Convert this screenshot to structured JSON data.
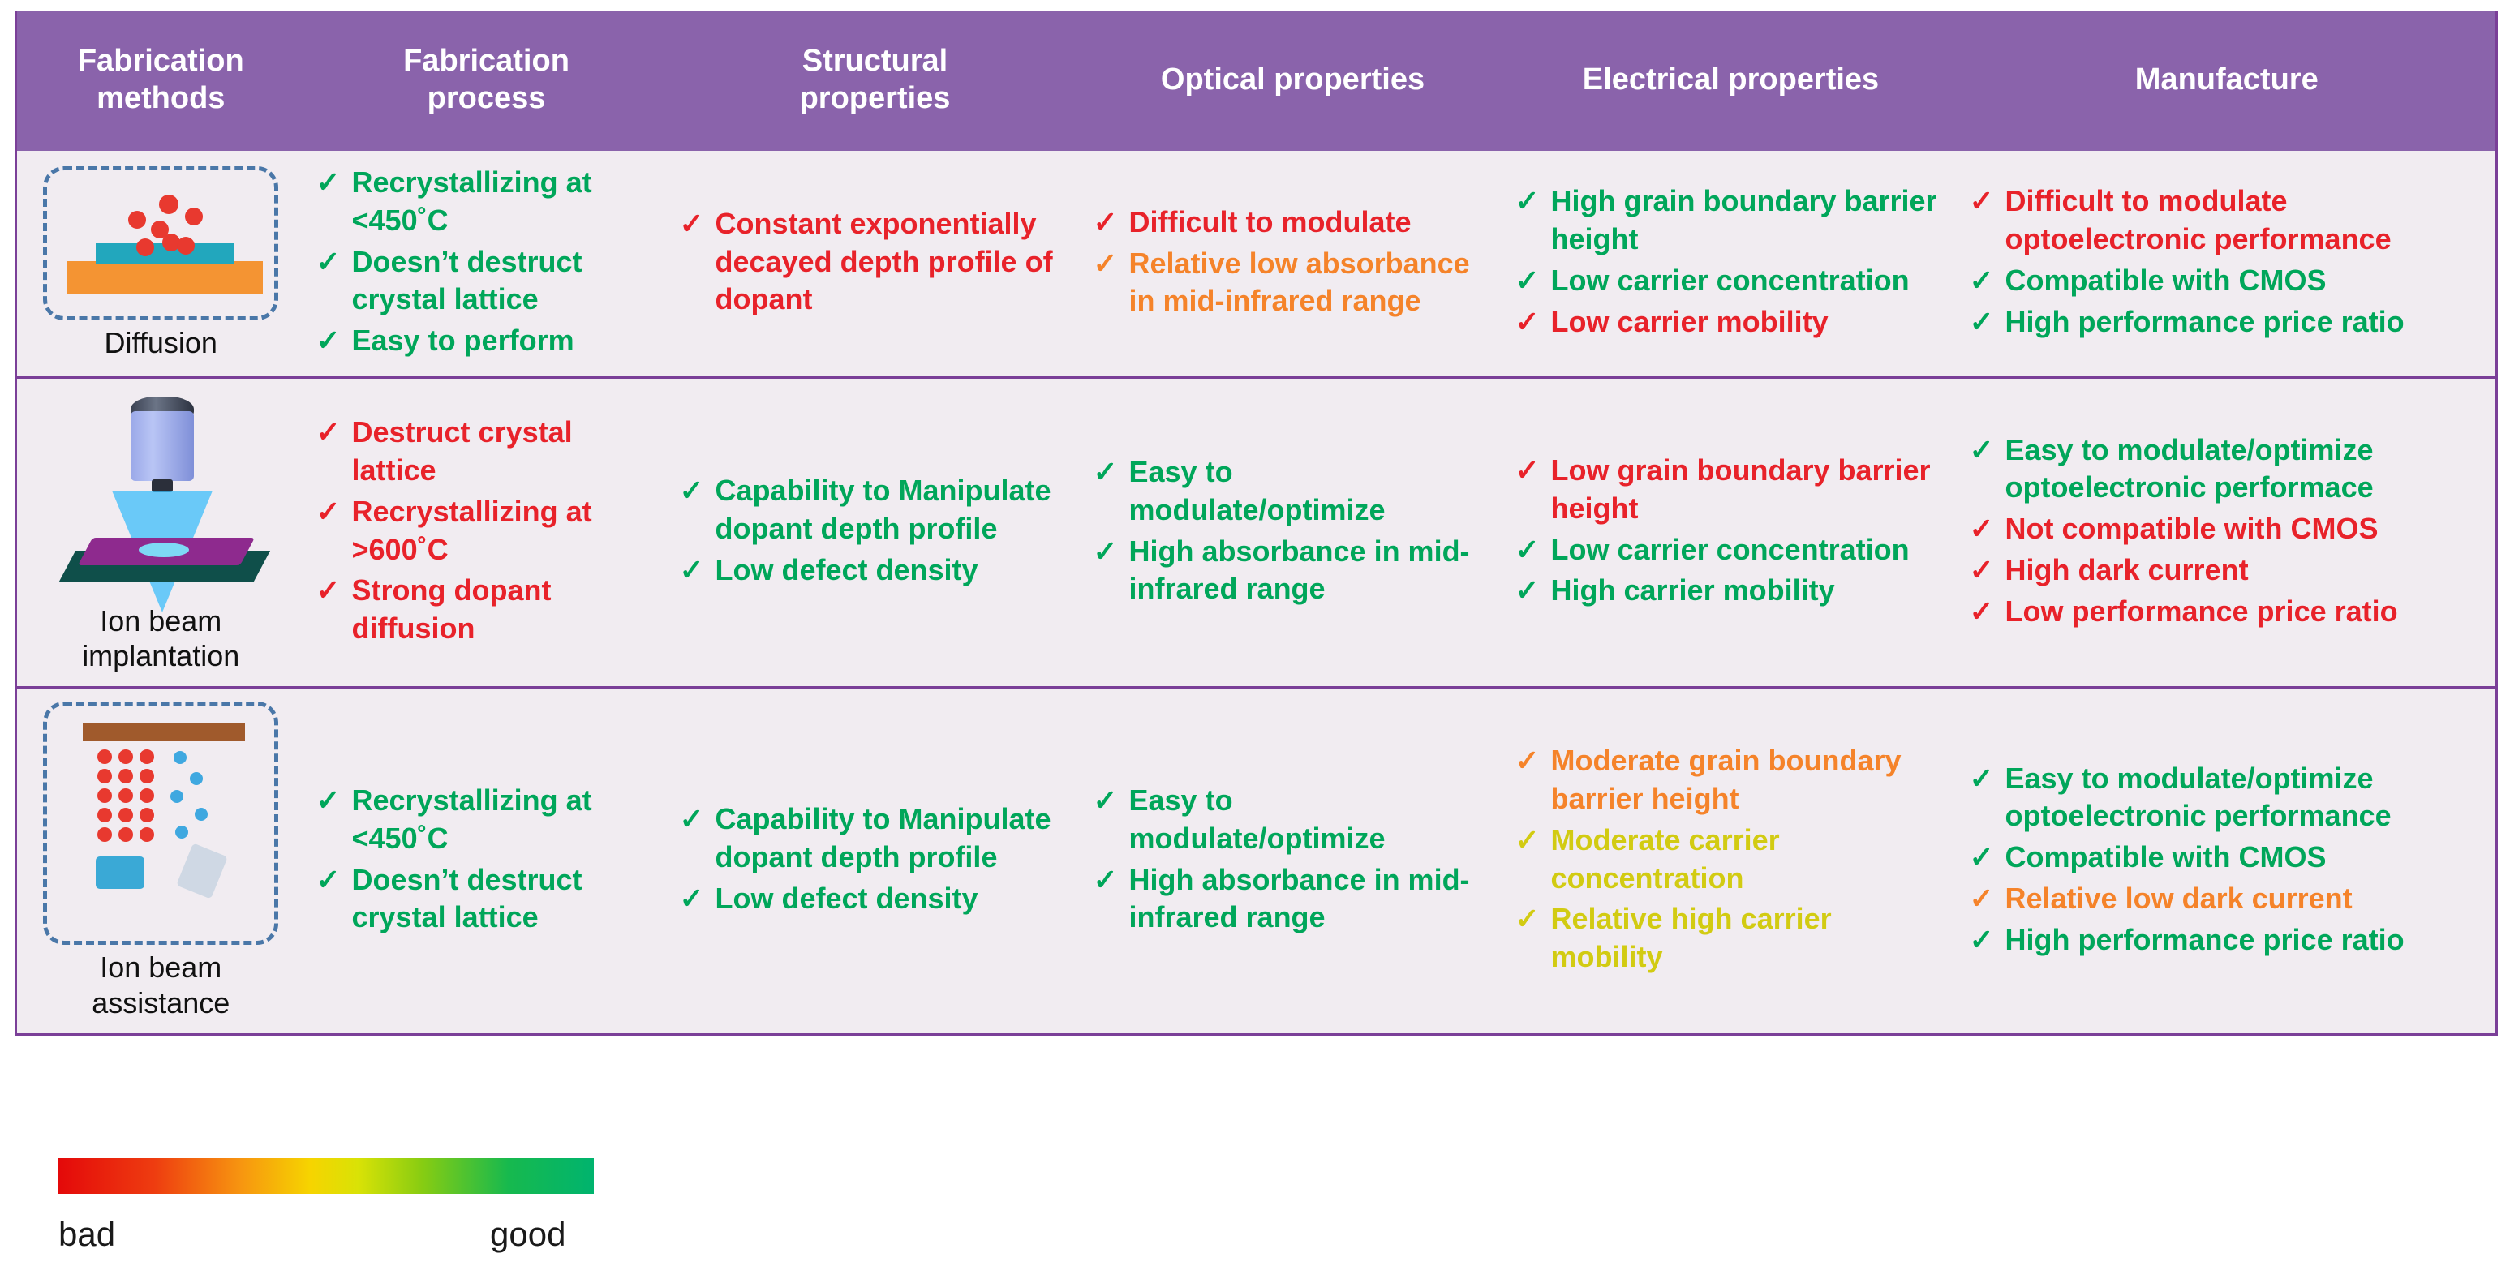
{
  "palette": {
    "header_bg": "#8a63ab",
    "row_bg": "#f1ecf1",
    "row_border": "#7b3f98",
    "bad": "#e8222a",
    "poor": "#f5832a",
    "mid": "#d2cb12",
    "good": "#00a65a",
    "text_dark": "#111111",
    "header_text": "#ffffff"
  },
  "table": {
    "columns": [
      {
        "key": "method",
        "label": "Fabrication\nmethods"
      },
      {
        "key": "process",
        "label": "Fabrication\nprocess"
      },
      {
        "key": "struct",
        "label": "Structural\nproperties"
      },
      {
        "key": "optical",
        "label": "Optical properties"
      },
      {
        "key": "elec",
        "label": "Electrical properties"
      },
      {
        "key": "manu",
        "label": "Manufacture"
      }
    ],
    "headers": {
      "method_l1": "Fabrication",
      "method_l2": "methods",
      "process_l1": "Fabrication",
      "process_l2": "process",
      "struct_l1": "Structural",
      "struct_l2": "properties",
      "optical": "Optical properties",
      "elec": "Electrical properties",
      "manu": "Manufacture"
    },
    "rows": [
      {
        "method": {
          "icon": "diffusion-icon",
          "label_l1": "Diffusion",
          "label_l2": ""
        },
        "process": [
          {
            "text": "Recrystallizing at <450˚C",
            "rating": "good"
          },
          {
            "text": "Doesn’t destruct crystal lattice",
            "rating": "good"
          },
          {
            "text": "Easy to perform",
            "rating": "good"
          }
        ],
        "struct": [
          {
            "text": "Constant exponentially decayed depth profile of dopant",
            "rating": "bad"
          }
        ],
        "optical": [
          {
            "text": "Difficult to modulate",
            "rating": "bad"
          },
          {
            "text": "Relative low absorbance in mid-infrared range",
            "rating": "poor"
          }
        ],
        "elec": [
          {
            "text": "High grain boundary barrier height",
            "rating": "good"
          },
          {
            "text": "Low carrier concentration",
            "rating": "good"
          },
          {
            "text": "Low carrier mobility",
            "rating": "bad"
          }
        ],
        "manu": [
          {
            "text": "Difficult to modulate optoelectronic performance",
            "rating": "bad"
          },
          {
            "text": "Compatible with CMOS",
            "rating": "good"
          },
          {
            "text": "High performance price ratio",
            "rating": "good"
          }
        ]
      },
      {
        "method": {
          "icon": "ion-beam-implantation-icon",
          "label_l1": "Ion beam",
          "label_l2": "implantation"
        },
        "process": [
          {
            "text": "Destruct crystal lattice",
            "rating": "bad"
          },
          {
            "text": "Recrystallizing at >600˚C",
            "rating": "bad"
          },
          {
            "text": "Strong dopant diffusion",
            "rating": "bad"
          }
        ],
        "struct": [
          {
            "text": "Capability to Manipulate dopant depth profile",
            "rating": "good"
          },
          {
            "text": "Low defect density",
            "rating": "good"
          }
        ],
        "optical": [
          {
            "text": "Easy to modulate/optimize",
            "rating": "good"
          },
          {
            "text": "High absorbance in mid-infrared range",
            "rating": "good"
          }
        ],
        "elec": [
          {
            "text": "Low grain boundary barrier height",
            "rating": "bad"
          },
          {
            "text": "Low carrier concentration",
            "rating": "good"
          },
          {
            "text": "High carrier mobility",
            "rating": "good"
          }
        ],
        "manu": [
          {
            "text": "Easy to modulate/optimize optoelectronic performace",
            "rating": "good"
          },
          {
            "text": "Not compatible with CMOS",
            "rating": "bad"
          },
          {
            "text": "High dark current",
            "rating": "bad"
          },
          {
            "text": "Low performance price ratio",
            "rating": "bad"
          }
        ]
      },
      {
        "method": {
          "icon": "ion-beam-assistance-icon",
          "label_l1": "Ion beam",
          "label_l2": "assistance"
        },
        "process": [
          {
            "text": "Recrystallizing at <450˚C",
            "rating": "good"
          },
          {
            "text": "Doesn’t destruct crystal lattice",
            "rating": "good"
          }
        ],
        "struct": [
          {
            "text": "Capability to Manipulate dopant depth profile",
            "rating": "good"
          },
          {
            "text": "Low defect density",
            "rating": "good"
          }
        ],
        "optical": [
          {
            "text": "Easy to modulate/optimize",
            "rating": "good"
          },
          {
            "text": "High absorbance in mid-infrared range",
            "rating": "good"
          }
        ],
        "elec": [
          {
            "text": "Moderate grain boundary barrier height",
            "rating": "poor"
          },
          {
            "text": "Moderate carrier concentration",
            "rating": "mid"
          },
          {
            "text": "Relative high carrier mobility",
            "rating": "mid"
          }
        ],
        "manu": [
          {
            "text": "Easy to modulate/optimize optoelectronic performance",
            "rating": "good"
          },
          {
            "text": "Compatible with CMOS",
            "rating": "good"
          },
          {
            "text": "Relative low dark current",
            "rating": "poor"
          },
          {
            "text": "High performance price ratio",
            "rating": "good"
          }
        ]
      }
    ]
  },
  "legend": {
    "bad_label": "bad",
    "good_label": "good",
    "gradient_from": "#e4090a",
    "gradient_to": "#00b46e"
  },
  "tick_glyph": "✓"
}
